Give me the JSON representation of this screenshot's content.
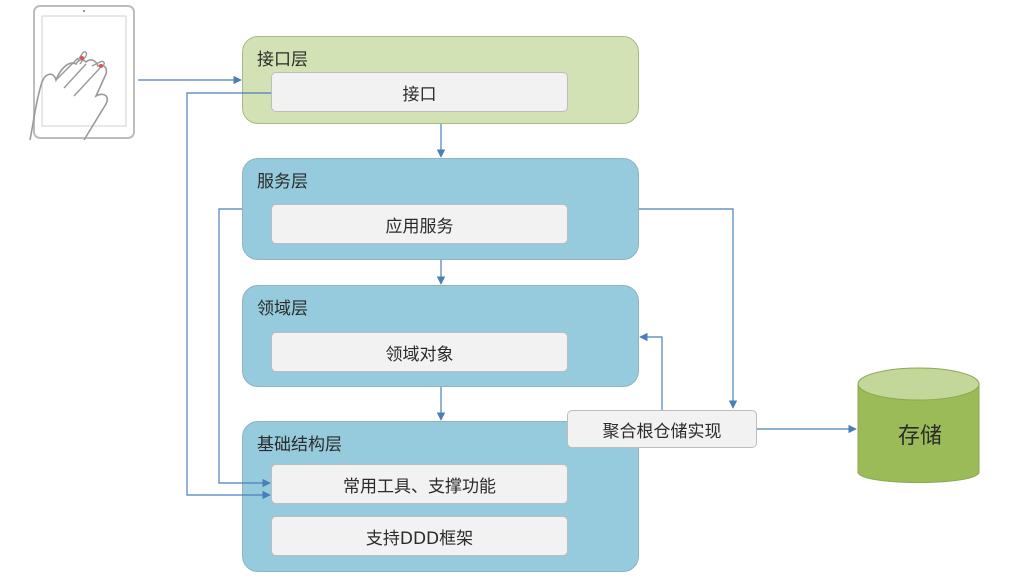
{
  "layers": {
    "interface": {
      "title": "接口层",
      "box": "接口"
    },
    "service": {
      "title": "服务层",
      "box": "应用服务"
    },
    "domain": {
      "title": "领域层",
      "box": "领域对象"
    },
    "infra": {
      "title": "基础结构层",
      "box1": "常用工具、支撑功能",
      "box2": "支持DDD框架"
    }
  },
  "repository": "聚合根仓储实现",
  "storage": "存储",
  "colors": {
    "interface_layer": "#d3e2b4",
    "other_layers": "#95cbdc",
    "storage": "#9bbb59",
    "arrow": "#4a7ebb"
  }
}
